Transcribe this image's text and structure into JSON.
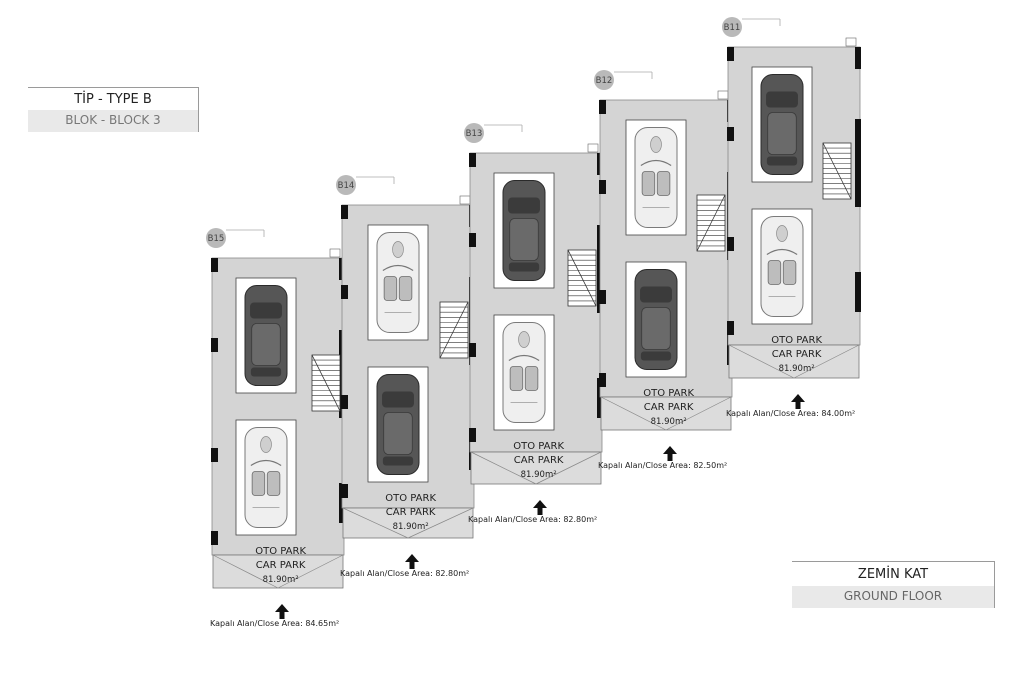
{
  "title": {
    "line1": "TİP - TYPE B",
    "line2": "BLOK - BLOCK 3"
  },
  "floor": {
    "line1": "ZEMİN KAT",
    "line2": "GROUND FLOOR"
  },
  "units": [
    {
      "id": "B15",
      "oto": "OTO PARK",
      "car": "CAR PARK",
      "area": "81.90m²",
      "close": "Kapalı Alan/Close Area: 84.65m²",
      "cars": [
        "sedan",
        "convertible"
      ]
    },
    {
      "id": "B14",
      "oto": "OTO PARK",
      "car": "CAR PARK",
      "area": "81.90m²",
      "close": "Kapalı Alan/Close Area: 82.80m²",
      "cars": [
        "convertible",
        "sedan"
      ]
    },
    {
      "id": "B13",
      "oto": "OTO PARK",
      "car": "CAR PARK",
      "area": "81.90m²",
      "close": "Kapalı Alan/Close Area: 82.80m²",
      "cars": [
        "sedan",
        "convertible"
      ]
    },
    {
      "id": "B12",
      "oto": "OTO PARK",
      "car": "CAR PARK",
      "area": "81.90m²",
      "close": "Kapalı Alan/Close Area: 82.50m²",
      "cars": [
        "convertible",
        "sedan"
      ]
    },
    {
      "id": "B11",
      "oto": "OTO PARK",
      "car": "CAR PARK",
      "area": "81.90m²",
      "close": "Kapalı Alan/Close Area: 84.00m²",
      "cars": [
        "sedan",
        "convertible"
      ]
    }
  ],
  "icons": {
    "unit_badge": "circle-badge-icon",
    "entry": "arrow-up-icon",
    "stairs": "stairs-icon",
    "car": "car-icon"
  },
  "colors": {
    "floor": "#d4d4d4",
    "wall": "#111111",
    "badge": "#b9b9b9",
    "text": "#222222"
  }
}
